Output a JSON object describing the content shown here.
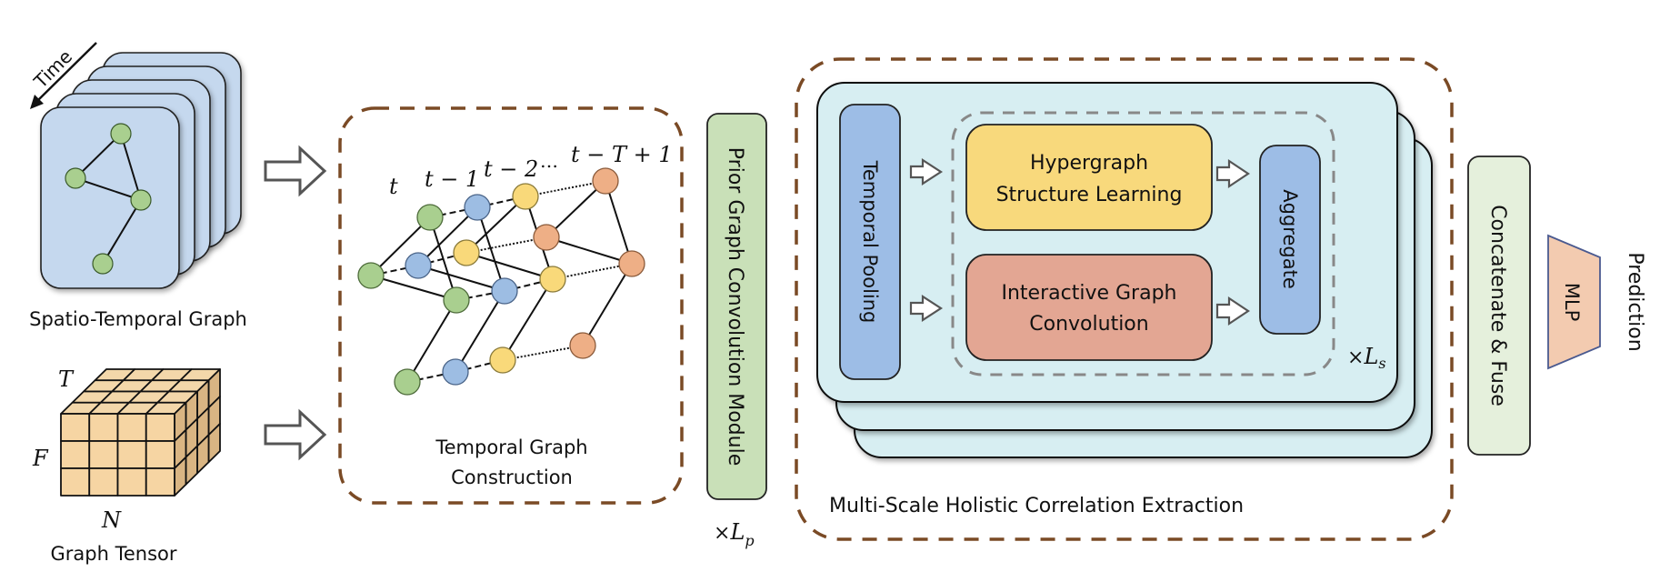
{
  "title": "Model architecture overview",
  "inputs": {
    "spatio_temporal_graph": {
      "label": "Spatio-Temporal Graph",
      "time_label": "Time"
    },
    "graph_tensor": {
      "label": "Graph Tensor",
      "axis_T": "T",
      "axis_F": "F",
      "axis_N": "N"
    }
  },
  "temporal_graph": {
    "caption_line1": "Temporal Graph",
    "caption_line2": "Construction",
    "time_labels": [
      "t",
      "t − 1",
      "t − 2",
      "…",
      "t − T + 1"
    ],
    "layer_colors": [
      "#a9cf8f",
      "#9dbde3",
      "#f9d97a",
      "#eeaf86"
    ]
  },
  "prior_graph": {
    "label": "Prior Graph Convolution Module",
    "repeat": "×",
    "repeat_sym": "L",
    "repeat_sub": "p"
  },
  "multi_scale": {
    "caption": "Multi-Scale Holistic Correlation Extraction",
    "temporal_pooling": "Temporal Pooling",
    "hypergraph_line1": "Hypergraph",
    "hypergraph_line2": "Structure Learning",
    "interactive_line1": "Interactive Graph",
    "interactive_line2": "Convolution",
    "aggregate": "Aggregate",
    "repeat": "×",
    "repeat_sym": "L",
    "repeat_sub": "s"
  },
  "concat": {
    "label": "Concatenate & Fuse"
  },
  "mlp": {
    "label": "MLP"
  },
  "output": {
    "label": "Prediction"
  },
  "colors": {
    "dashed_brown": "#7a4a25",
    "dashed_gray": "#888888",
    "card_blue": "#c5d8ee",
    "panel_cyan": "#d7eef2",
    "prior_green": "#c9e0b8",
    "pool_blue": "#9dbde6",
    "hyper_yellow": "#f8d97c",
    "interactive_red": "#e3a693",
    "concat_green": "#e5f0dc",
    "mlp_peach": "#f3cbb0",
    "node_green": "#a9cf8f",
    "cube_tan": "#f6d5a3"
  }
}
